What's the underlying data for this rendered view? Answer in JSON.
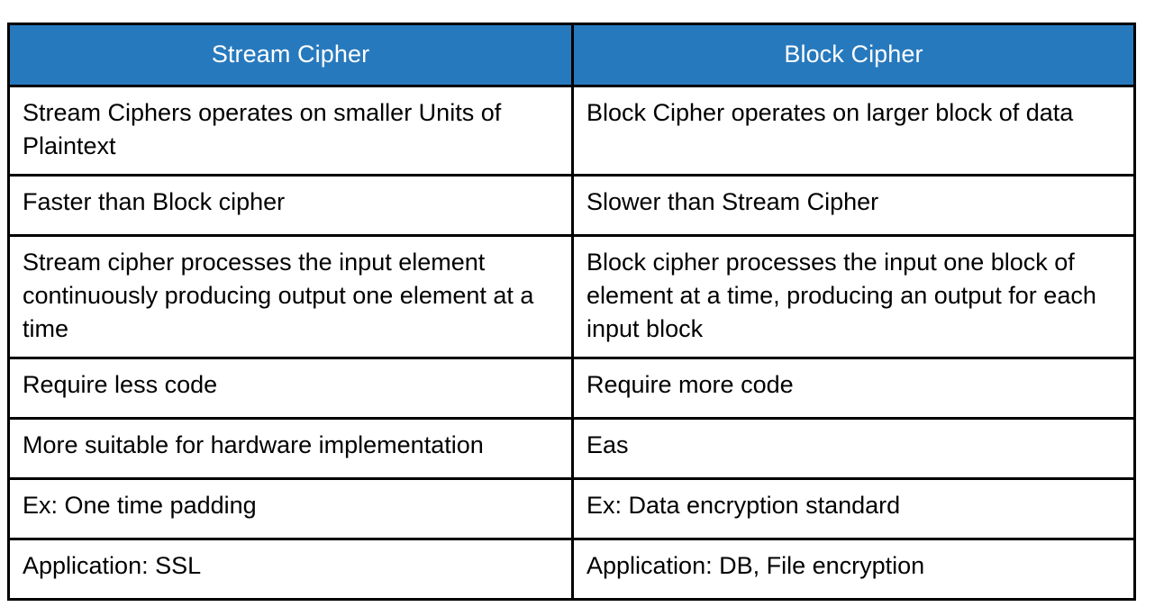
{
  "table": {
    "columns": [
      {
        "id": "stream-cipher",
        "header": "Stream Cipher"
      },
      {
        "id": "block-cipher",
        "header": "Block Cipher"
      }
    ],
    "header_background": "#2779bd",
    "header_text_color": "#ffffff",
    "border_color": "#000000",
    "rows": [
      {
        "size": "double",
        "left": "Stream Ciphers operates on smaller Units of Plaintext",
        "right": "Block Cipher operates on larger block of data"
      },
      {
        "size": "single",
        "left": "Faster than Block cipher",
        "right": "Slower than Stream Cipher"
      },
      {
        "size": "triple",
        "left": "Stream cipher processes the input element continuously producing output one element at a time",
        "right": "Block cipher processes the input one block of element at a time, producing an output for each input block"
      },
      {
        "size": "single",
        "left": "Require less code",
        "right": "Require more code"
      },
      {
        "size": "single",
        "left": "More suitable for hardware implementation",
        "right": "Eas"
      },
      {
        "size": "single",
        "left": "Ex: One time padding",
        "right": "Ex: Data encryption standard"
      },
      {
        "size": "single",
        "left": "Application: SSL",
        "right": "Application: DB, File encryption"
      }
    ]
  }
}
